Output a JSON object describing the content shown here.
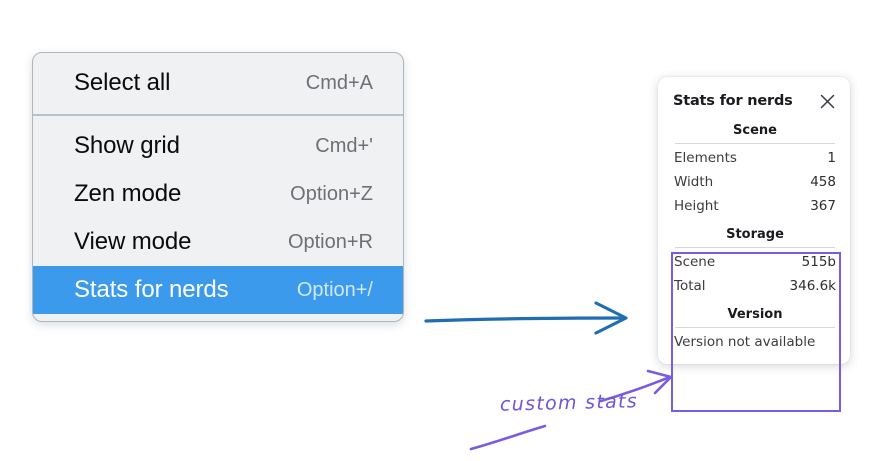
{
  "context_menu": {
    "name": "context-menu",
    "groups": [
      {
        "items": [
          {
            "label": "Select all",
            "shortcut": "Cmd+A",
            "selected": false
          }
        ]
      },
      {
        "items": [
          {
            "label": "Show grid",
            "shortcut": "Cmd+'",
            "selected": false
          },
          {
            "label": "Zen mode",
            "shortcut": "Option+Z",
            "selected": false
          },
          {
            "label": "View mode",
            "shortcut": "Option+R",
            "selected": false
          },
          {
            "label": "Stats for nerds",
            "shortcut": "Option+/",
            "selected": true
          }
        ]
      }
    ]
  },
  "stats_panel": {
    "title": "Stats for nerds",
    "close_icon": "close-icon",
    "sections": [
      {
        "heading": "Scene",
        "rows": [
          {
            "label": "Elements",
            "value": "1"
          },
          {
            "label": "Width",
            "value": "458"
          },
          {
            "label": "Height",
            "value": "367"
          }
        ]
      },
      {
        "heading": "Storage",
        "rows": [
          {
            "label": "Scene",
            "value": "515b"
          },
          {
            "label": "Total",
            "value": "346.6k"
          }
        ]
      },
      {
        "heading": "Version",
        "note": "Version not available"
      }
    ]
  },
  "annotations": {
    "handwritten_label": "custom stats",
    "blue_arrow_color": "#1f6eb4",
    "purple_color": "#7b5ce0",
    "highlight_color": "#3b9aeb"
  }
}
